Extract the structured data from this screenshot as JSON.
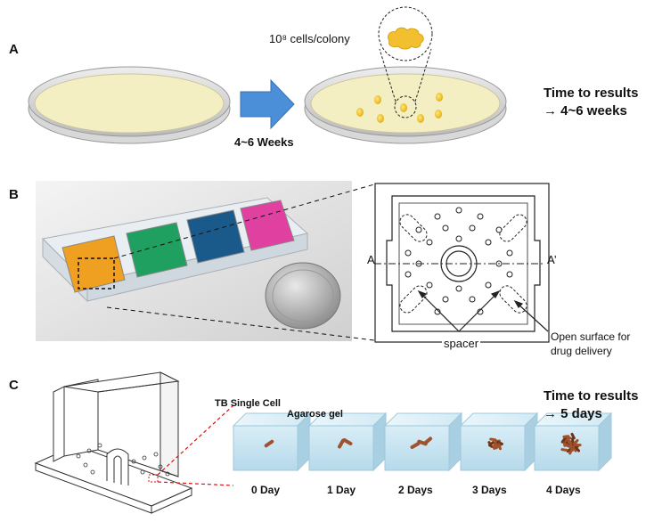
{
  "panel_a": {
    "label": "A",
    "colony_text": "10⁸ cells/colony",
    "arrow_text": "4~6 Weeks",
    "result_line1": "Time to results",
    "result_line2": "→ 4~6 weeks"
  },
  "panel_b": {
    "label": "B",
    "section_left": "A",
    "section_right": "A’",
    "spacer_label": "spacer",
    "open_surface": "Open surface for\ndrug delivery"
  },
  "panel_c": {
    "label": "C",
    "single_cell_label": "TB Single Cell",
    "gel_label": "Agarose gel",
    "result_line1": "Time to results",
    "result_line2": "→ 5 days",
    "days": [
      "0 Day",
      "1 Day",
      "2 Days",
      "3 Days",
      "4 Days"
    ]
  },
  "colors": {
    "agar": "#f3efc2",
    "colony": "#f2c02e",
    "arrow": "#4a8fd8",
    "gel": "#cfe8f3",
    "cell": "#a0522d",
    "well_colors": [
      "#f0a020",
      "#20a060",
      "#1a5a8a",
      "#e040a0"
    ]
  },
  "icons": [
    "petri-dish-icon",
    "blue-arrow-icon",
    "colony-icon",
    "coin-icon",
    "chip-icon",
    "gel-cube-icon"
  ]
}
